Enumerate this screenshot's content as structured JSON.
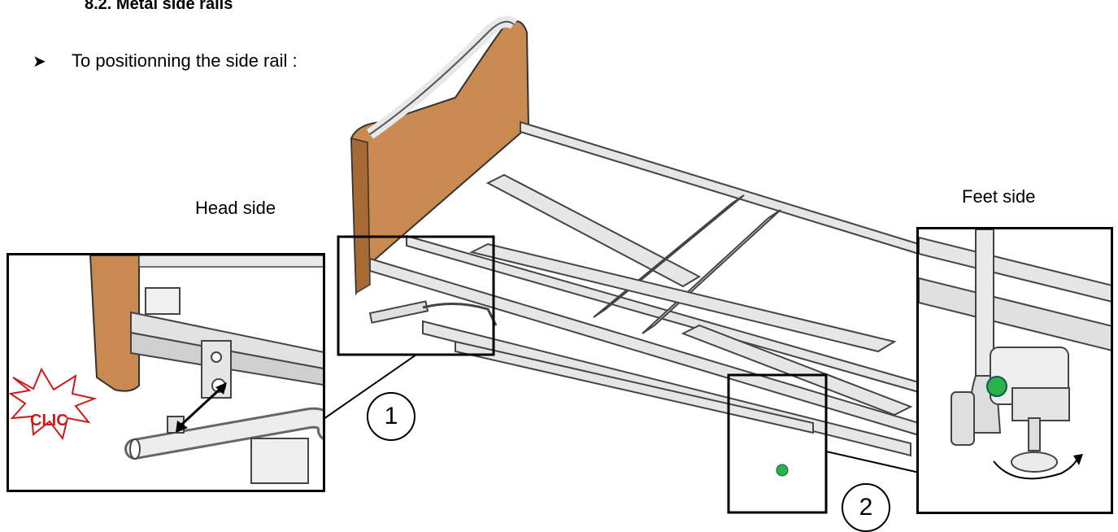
{
  "heading": "8.2. Metal side rails",
  "bullet": {
    "icon": "arrow-bullet-icon",
    "text": "To positionning the side rail :"
  },
  "labels": {
    "head_side": "Head side",
    "feet_side": "Feet side"
  },
  "callouts": {
    "one": "1",
    "two": "2"
  },
  "burst_text": "CLIC",
  "colors": {
    "headboard": "#c88a50",
    "headboard_dark": "#a86a34",
    "frame_metal": "#d8d8d8",
    "knob_green": "#2bb34a",
    "burst_red": "#cc1a1a"
  }
}
